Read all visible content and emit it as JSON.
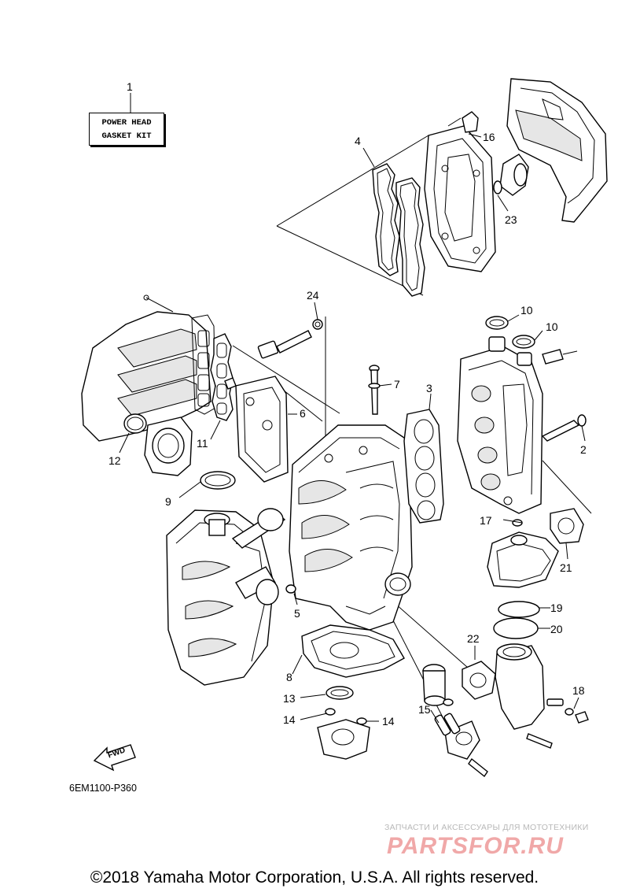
{
  "kit_label": {
    "line1": "POWER HEAD",
    "line2": "GASKET KIT"
  },
  "reference_code": "6EM1100-P360",
  "fwd_label": "FWD",
  "watermark": {
    "tagline": "ЗАПЧАСТИ И АКСЕССУАРЫ ДЛЯ МОТОТЕХНИКИ",
    "logo": "PARTSFOR.RU"
  },
  "copyright": "©2018 Yamaha Motor Corporation, U.S.A. All rights reserved.",
  "callouts": [
    "1",
    "2",
    "3",
    "4",
    "5",
    "6",
    "7",
    "8",
    "9",
    "10",
    "10",
    "11",
    "12",
    "13",
    "14",
    "14",
    "15",
    "16",
    "17",
    "18",
    "19",
    "20",
    "21",
    "22",
    "23",
    "24"
  ]
}
